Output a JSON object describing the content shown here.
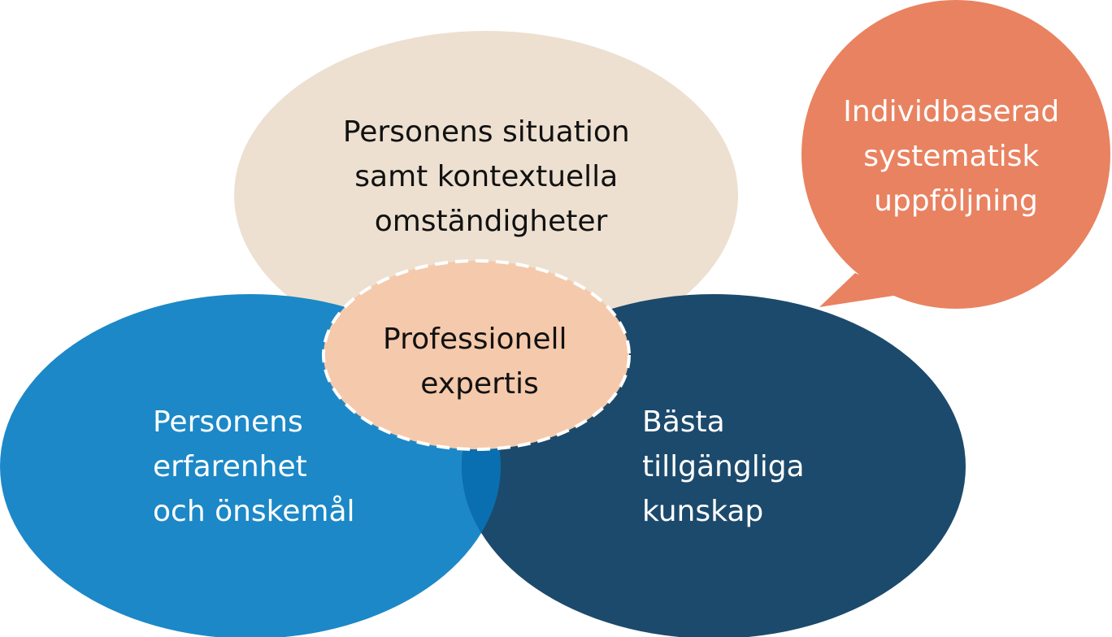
{
  "colors": {
    "top_ellipse": "#ede0d0",
    "left_ellipse": "#1c88c7",
    "right_ellipse": "#1c4a6c",
    "overlap": "#0a6fb1",
    "center_ellipse": "#f5c9ab",
    "callout": "#e98260",
    "dark_text": "#111111",
    "light_text": "#ffffff"
  },
  "diagram": {
    "top": {
      "lines": [
        "Personens situation",
        "samt kontextuella",
        "omständigheter"
      ]
    },
    "left": {
      "lines": [
        "Personens",
        "erfarenhet",
        "och önskemål"
      ]
    },
    "right": {
      "lines": [
        "Bästa",
        "tillgängliga",
        "kunskap"
      ]
    },
    "center": {
      "lines": [
        "Professionell",
        "expertis"
      ]
    },
    "callout": {
      "lines": [
        "Individbaserad",
        "systematisk",
        "uppföljning"
      ]
    }
  }
}
